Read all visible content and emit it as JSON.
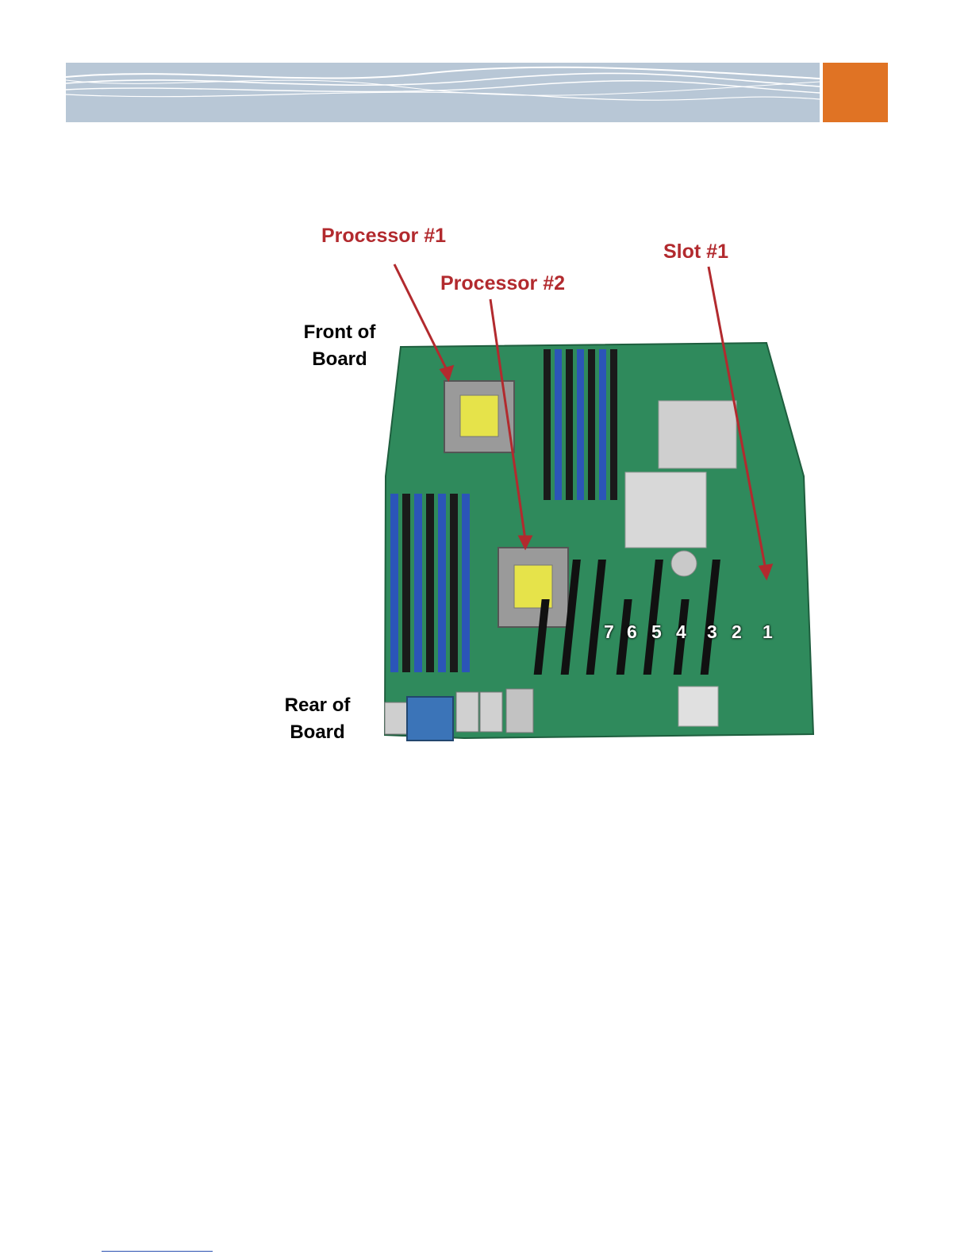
{
  "header": {
    "accent_color": "#e07324",
    "banner_color": "#b8c7d6"
  },
  "figure": {
    "labels": {
      "processor_1": "Processor #1",
      "processor_2": "Processor #2",
      "slot_1": "Slot #1",
      "front_line1": "Front of",
      "front_line2": "Board",
      "rear_line1": "Rear of",
      "rear_line2": "Board"
    },
    "slot_numbers": [
      "7",
      "6",
      "5",
      "4",
      "3",
      "2",
      "1"
    ],
    "callout_color": "#b22a2e",
    "board_color": "#2f8a5c"
  }
}
